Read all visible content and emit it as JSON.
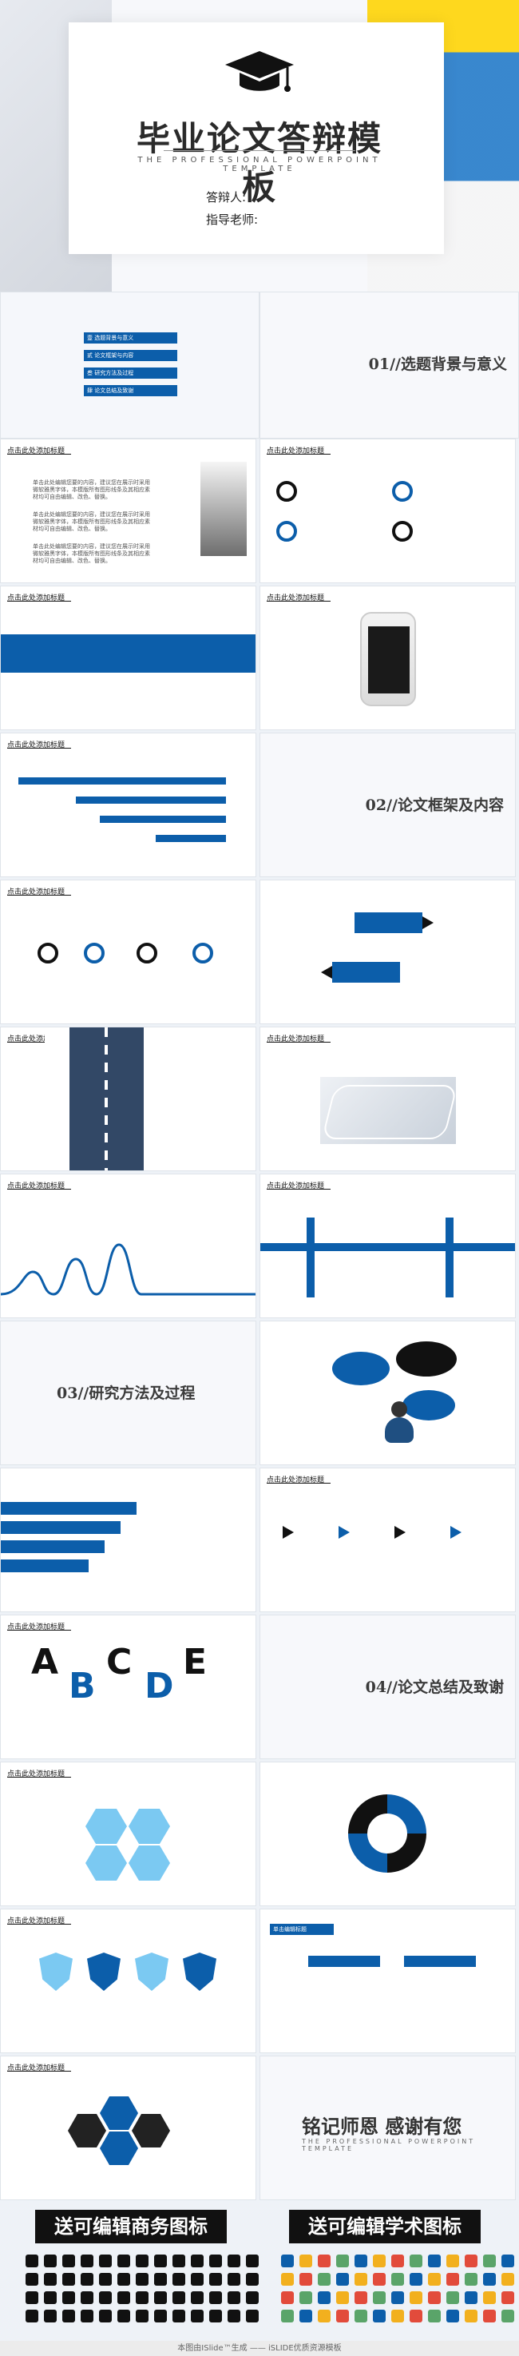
{
  "cover": {
    "title": "毕业论文答辩模板",
    "subtitle": "THE PROFESSIONAL POWERPOINT TEMPLATE",
    "respondent": "答辩人:",
    "advisor": "指导老师:"
  },
  "slides": {
    "menu": [
      "壹 选题背景与意义",
      "贰 论文框架与内容",
      "叁 研究方法及过程",
      "肆 论文总结及致谢"
    ],
    "section1": "01//选题背景与意义",
    "section2": "02//论文框架及内容",
    "section3": "03//研究方法及过程",
    "section4": "04//论文总结及致谢",
    "closing_title": "铭记师恩 感谢有您",
    "closing_sub": "THE PROFESSIONAL POWERPOINT TEMPLATE",
    "header": "点击此处添加标题",
    "small_text": "单击编辑标题",
    "small_text2": "单击此处编辑您要的内容，建议您在展示时采用微软雅黑字体，本模版所有图形线条及其相应素材均可自由编辑、改色、替换。",
    "icons_left_title": "送可编辑商务图标",
    "icons_right_title": "送可编辑学术图标",
    "footer": "本图由ISlide™生成 —— iSLIDE优质资源模板"
  }
}
